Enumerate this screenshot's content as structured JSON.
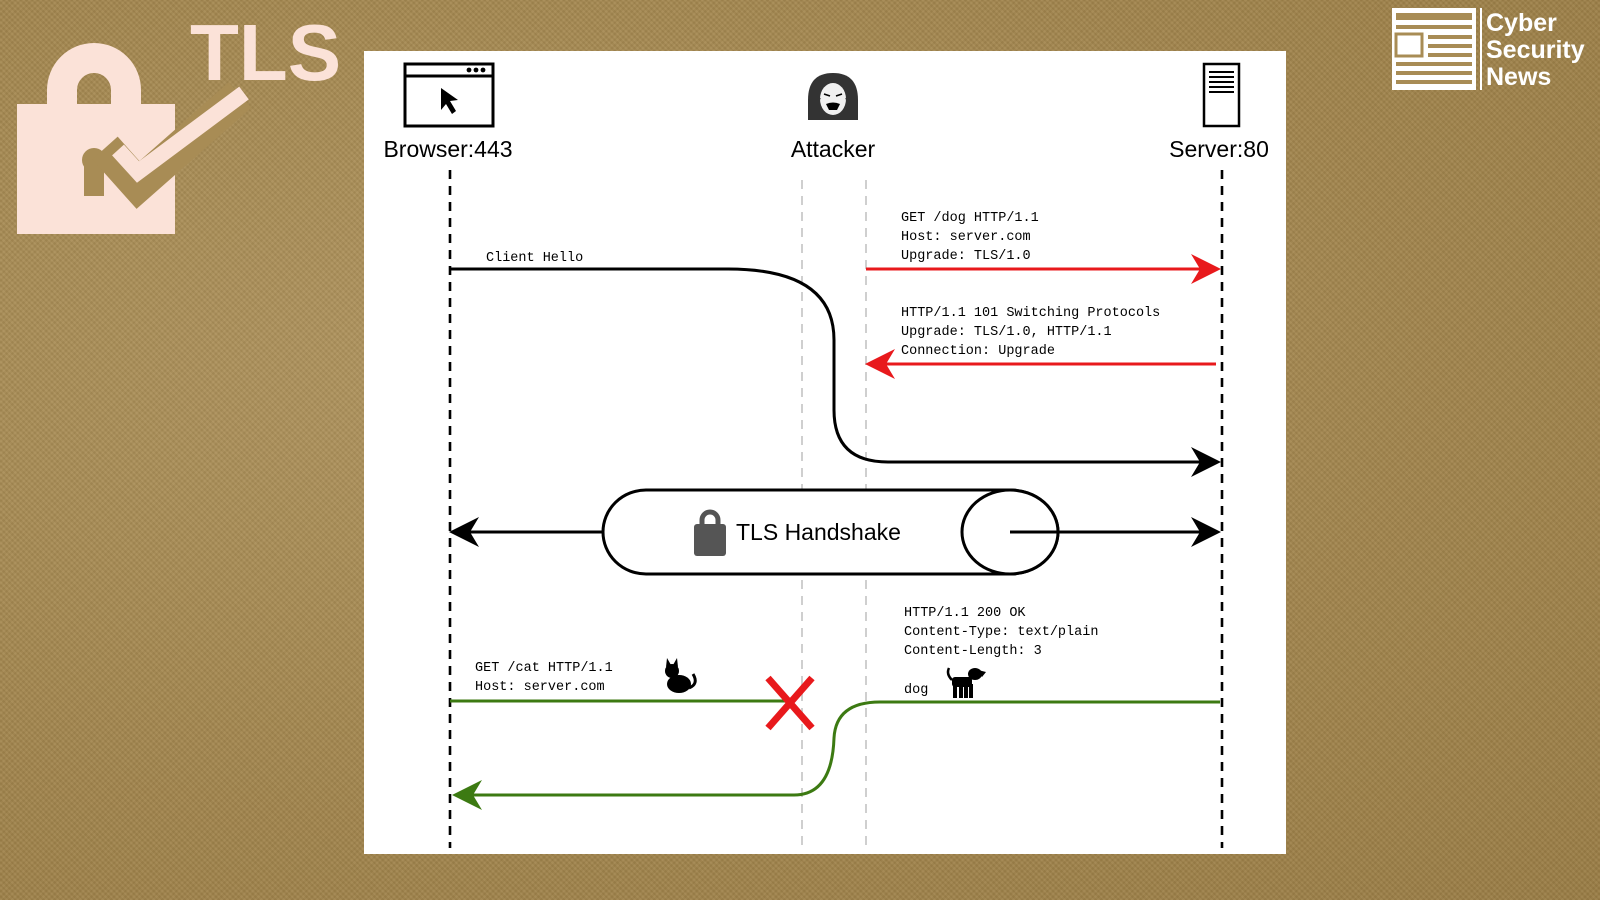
{
  "badge": {
    "text": "TLS"
  },
  "brand": {
    "line1": "Cyber",
    "line2": "Security",
    "line3": "News"
  },
  "participants": {
    "browser": "Browser:443",
    "attacker": "Attacker",
    "server": "Server:80"
  },
  "messages": {
    "client_hello": "Client Hello",
    "get_dog": [
      "GET /dog HTTP/1.1",
      "Host: server.com",
      "Upgrade: TLS/1.0"
    ],
    "switching": [
      "HTTP/1.1 101 Switching Protocols",
      "Upgrade: TLS/1.0, HTTP/1.1",
      "Connection: Upgrade"
    ],
    "handshake": "TLS Handshake",
    "ok_response": [
      "HTTP/1.1 200 OK",
      "Content-Type: text/plain",
      "Content-Length: 3"
    ],
    "dog_body": "dog",
    "get_cat": [
      "GET /cat HTTP/1.1",
      "Host: server.com"
    ]
  },
  "icons": {
    "browser": "browser-window-icon",
    "attacker": "hacker-icon",
    "server": "server-tower-icon",
    "lock": "padlock-icon",
    "cat": "cat-icon",
    "dog": "dog-icon",
    "blocked": "red-x-icon"
  },
  "colors": {
    "attack_arrow": "#e8191c",
    "response_arrow": "#3c7a12",
    "blocked_x": "#e8191c",
    "badge": "#fbe2d8",
    "diagram_bg": "#ffffff"
  }
}
